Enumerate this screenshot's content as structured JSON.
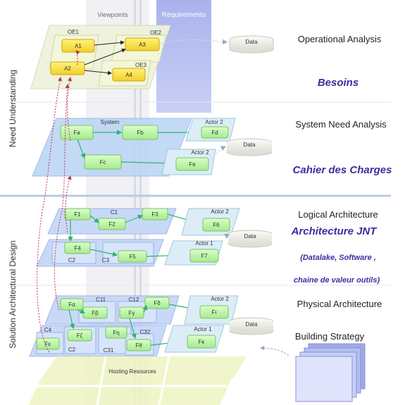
{
  "columns": {
    "viewpoints": "Viewpoints",
    "requirements": "Requirements"
  },
  "side_labels": {
    "need_understanding": "Need Understanding",
    "solution_design": "Solution Architectural Design"
  },
  "right_labels": {
    "operational_analysis": "Operational Analysis",
    "besoins": "Besoins",
    "system_need_analysis": "System Need Analysis",
    "cahier_des_charges": "Cahier des Charges",
    "logical_architecture": "Logical Architecture",
    "architecture_jnt": "Architecture JNT",
    "datalake": "(Datalake, Software ,",
    "chaine": "chaine de valeur outils)",
    "physical_architecture": "Physical Architecture",
    "building_strategy": "Building Strategy"
  },
  "operational": {
    "oe1": "OE1",
    "oe2": "OE2",
    "oe3": "OE3",
    "a1": "A1",
    "a2": "A2",
    "a3": "A3",
    "a4": "A4",
    "data": "Data"
  },
  "system": {
    "title": "System",
    "fa": "Fa",
    "fb": "Fb",
    "fc": "Fc",
    "actor_top": "Actor 2",
    "actor_bottom": "Actor 2",
    "fd": "Fd",
    "fe": "Fe",
    "data": "Data"
  },
  "logical": {
    "c1": "C1",
    "c2": "C2",
    "c3": "C3",
    "f1": "F1",
    "f2": "F2",
    "f3": "F3",
    "f4": "F4",
    "f5": "F5",
    "actor_top": "Actor 2",
    "actor_bottom": "Actor 1",
    "f6": "F6",
    "f7": "F7",
    "data": "Data"
  },
  "physical": {
    "c4": "C4",
    "c11": "C11",
    "c12": "C12",
    "c2": "C2",
    "c31": "C31",
    "c32": "C32",
    "fa": "Fα",
    "fb": "Fβ",
    "fg": "Fγ",
    "fd": "Fδ",
    "fe": "Fε",
    "fz": "Fζ",
    "fn": "Fη",
    "ft": "Fθ",
    "actor_top": "Actor 2",
    "actor_bottom": "Actor 1",
    "fi": "Fι",
    "fk": "Fκ",
    "data": "Data",
    "hosting": "Hosting Resources"
  }
}
